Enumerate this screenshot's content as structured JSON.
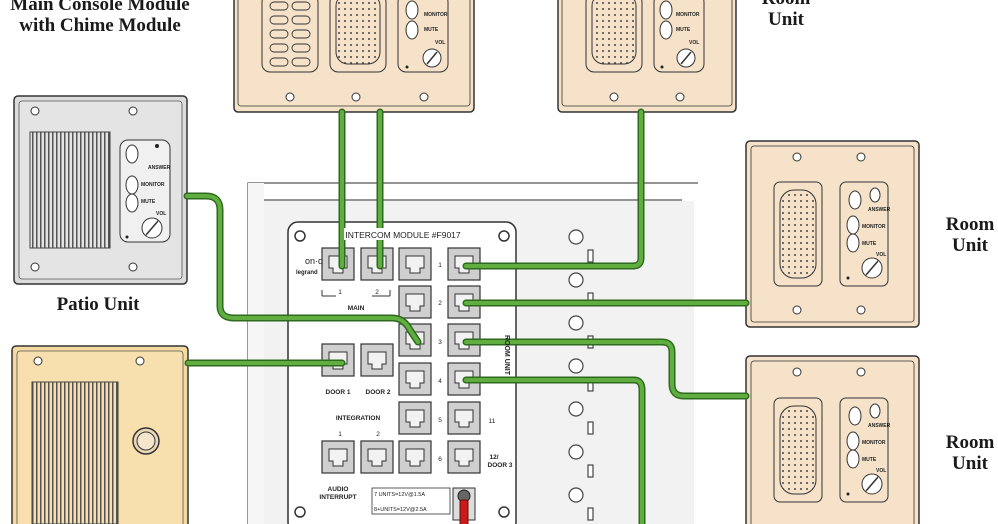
{
  "labels": {
    "main_console_line1": "Main Console Module",
    "main_console_line2": "with Chime Module",
    "room_top_line1": "Room",
    "room_top_line2": "Unit",
    "room_mid_line1": "Room",
    "room_mid_line2": "Unit",
    "room_bot_line1": "Room",
    "room_bot_line2": "Unit",
    "patio": "Patio Unit"
  },
  "panel_text": {
    "answer": "ANSWER",
    "monitor": "MONITOR",
    "mute": "MUTE",
    "vol": "VOL"
  },
  "module": {
    "title": "INTERCOM MODULE #F9017",
    "brand_line1": "on·q",
    "brand_line2": "legrand",
    "main_port1": "1",
    "main_port2": "2",
    "main_label": "MAIN",
    "door1": "DOOR 1",
    "door2": "DOOR 2",
    "integration": "INTEGRATION",
    "int_port1": "1",
    "int_port2": "2",
    "audio_line1": "AUDIO",
    "audio_line2": "INTERRUPT",
    "room_unit_label": "ROOM UNIT",
    "room_ports": [
      "1",
      "2",
      "3",
      "4",
      "5",
      "6"
    ],
    "port11": "11",
    "port12_line1": "12/",
    "port12_line2": "DOOR 3",
    "power_line1": "7 UNITS=12V@1.5A",
    "power_line2": "8+UNITS=12V@2.5A"
  },
  "colors": {
    "wire": "#5fae3f",
    "wire_outline": "#2e6a1e",
    "beige_panel": "#f6e2c9",
    "patio_panel": "#dcdcdc",
    "door_panel": "#f4d9a0"
  }
}
